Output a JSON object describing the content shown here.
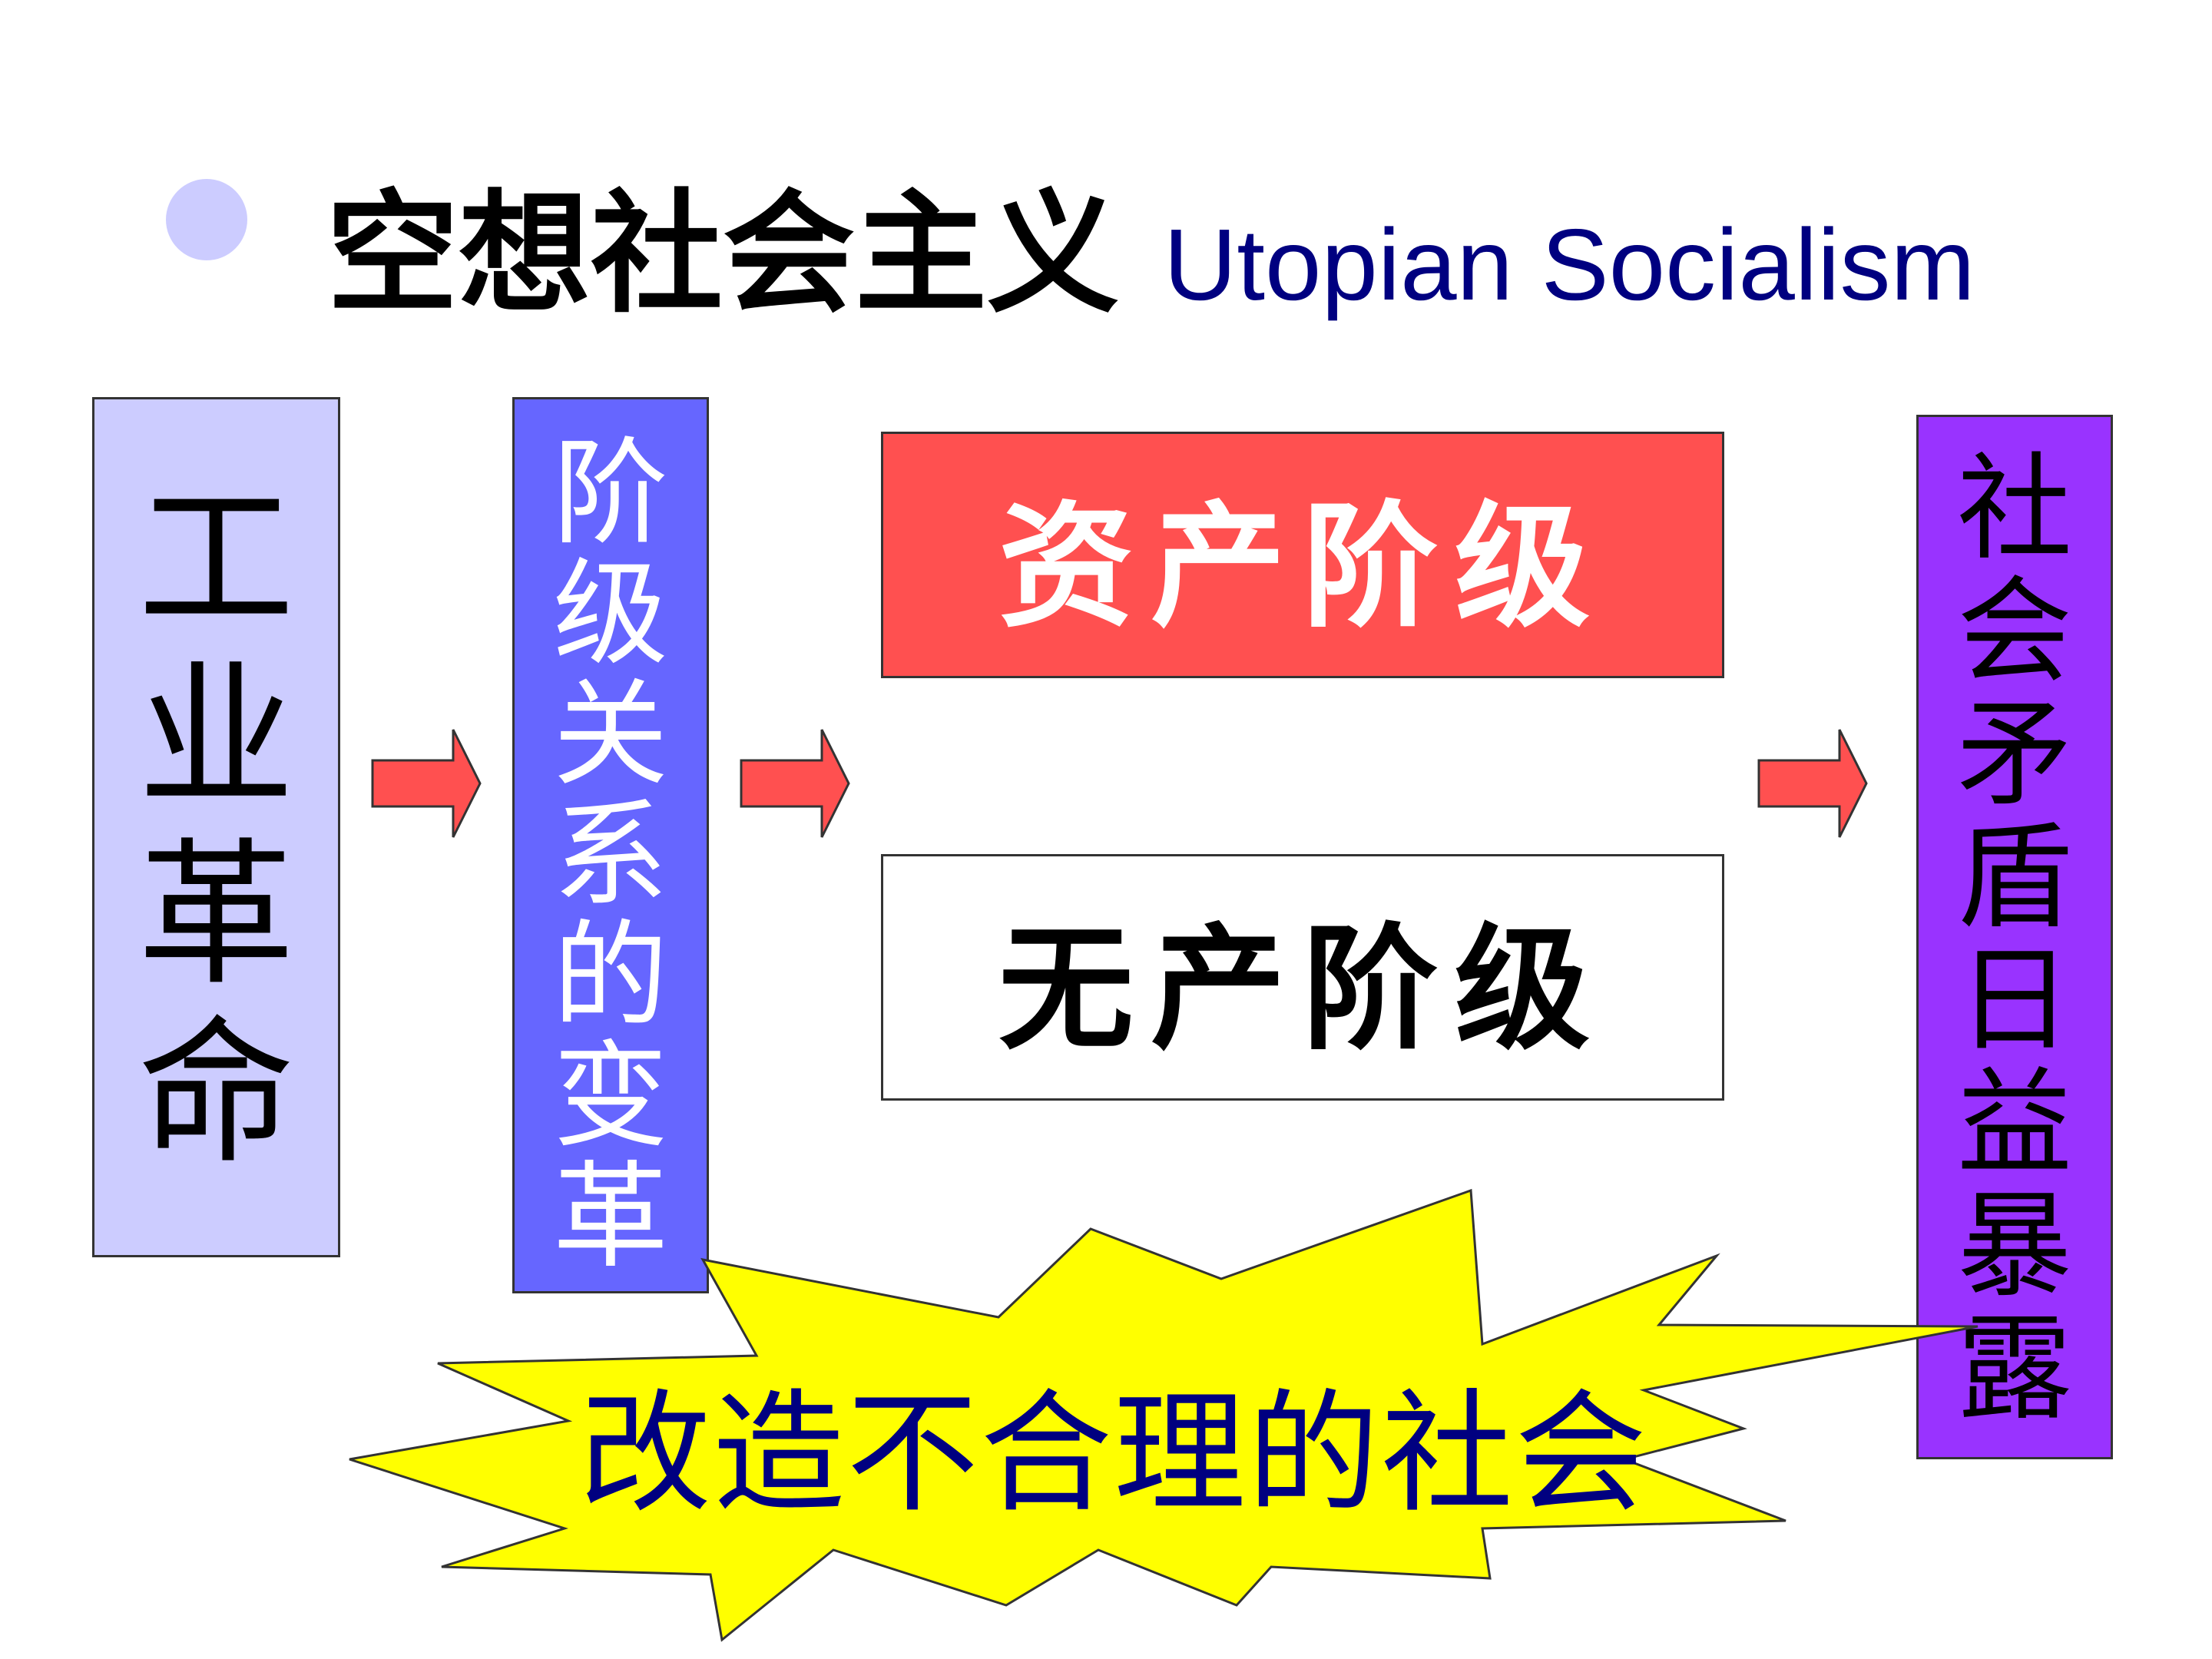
{
  "title": {
    "chinese": "空想社会主义",
    "english": "Utopian Socialism"
  },
  "boxes": {
    "industrial_revolution": [
      "工",
      "业",
      "革",
      "命"
    ],
    "class_change": [
      "阶",
      "级",
      "关",
      "系",
      "的",
      "变",
      "革"
    ],
    "bourgeoisie": "资产阶级",
    "proletariat": "无产阶级",
    "social_contradiction": [
      "社",
      "会",
      "矛",
      "盾",
      "日",
      "益",
      "暴",
      "露"
    ]
  },
  "slogan": "改造不合理的社会",
  "colors": {
    "bullet": "#ccccff",
    "box_industrial": "#ccccff",
    "box_class_change": "#6666ff",
    "box_bourgeoisie": "#ff5050",
    "box_contradiction": "#9933ff",
    "arrow": "#ff5050",
    "starburst": "#ffff00",
    "text_navy": "#000080"
  }
}
